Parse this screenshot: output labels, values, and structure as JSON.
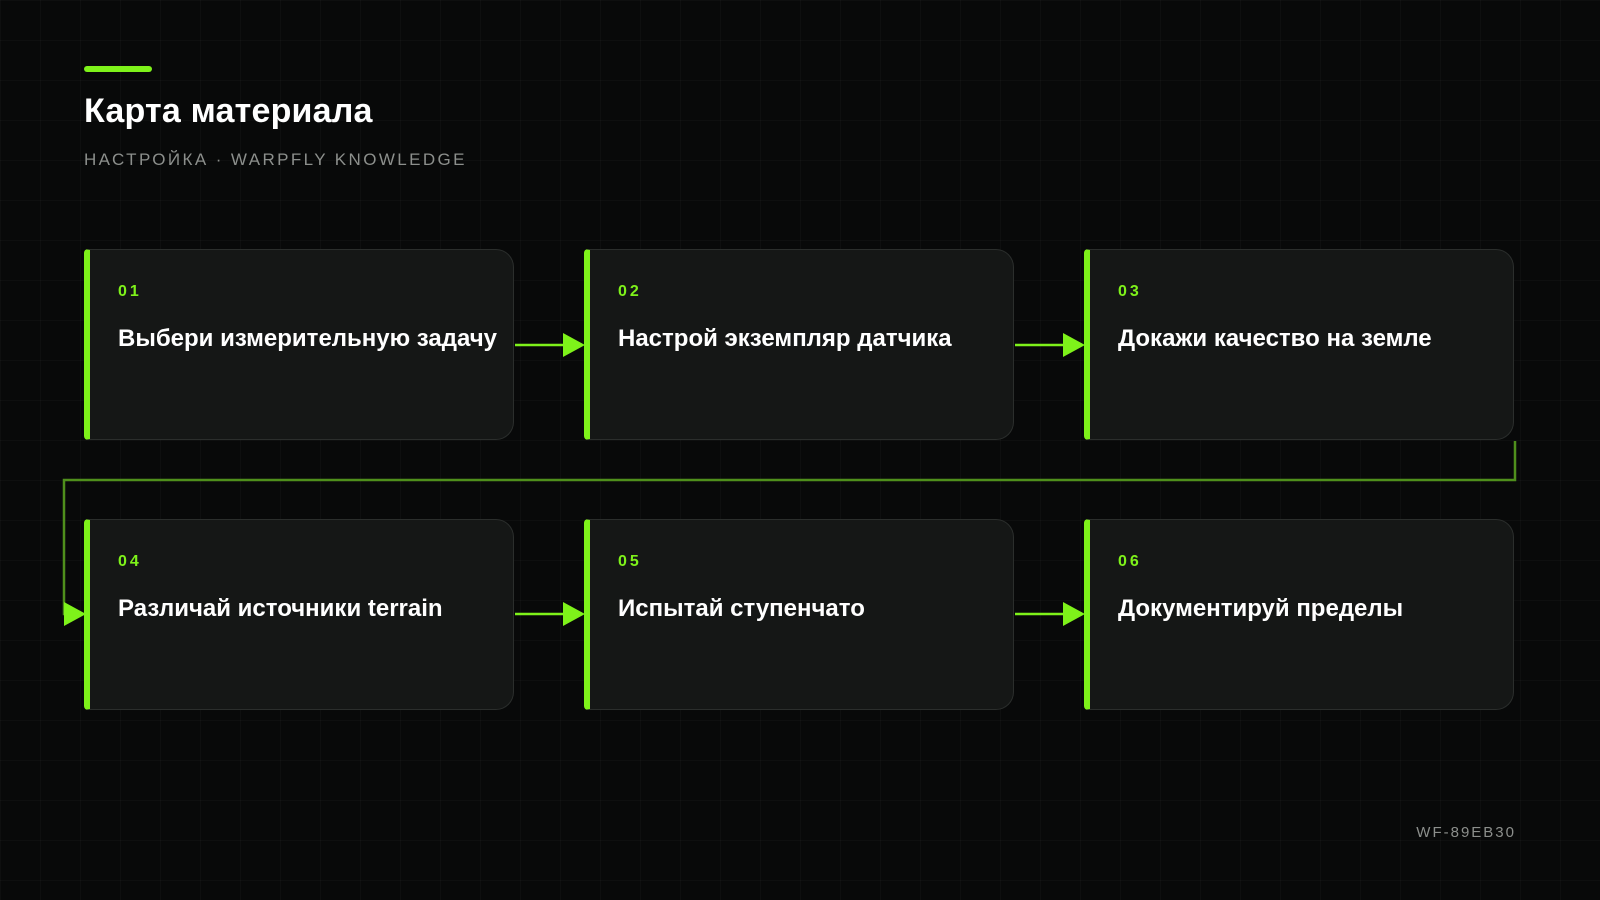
{
  "header": {
    "title": "Карта материала",
    "subtitle": "НАСТРОЙКА · WARPFLY KNOWLEDGE"
  },
  "steps": [
    {
      "number": "01",
      "label": "Выбери измерительную задачу"
    },
    {
      "number": "02",
      "label": "Настрой экземпляр датчика"
    },
    {
      "number": "03",
      "label": "Докажи качество на земле"
    },
    {
      "number": "04",
      "label": "Различай источники terrain"
    },
    {
      "number": "05",
      "label": "Испытай ступенчато"
    },
    {
      "number": "06",
      "label": "Документируй пределы"
    }
  ],
  "footer": {
    "code": "WF-89EB30"
  },
  "colors": {
    "accent": "#7ef21a",
    "background": "#080909",
    "card": "#151716",
    "connector": "#4f8f1c"
  }
}
